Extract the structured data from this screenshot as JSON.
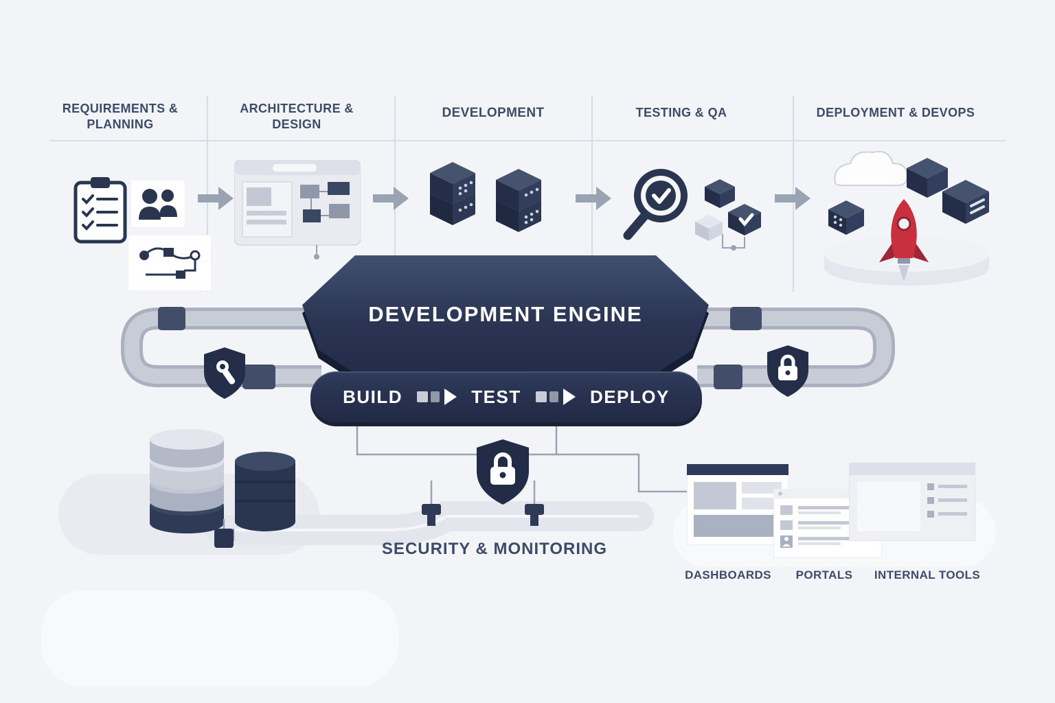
{
  "phases": [
    {
      "label": "REQUIREMENTS & PLANNING",
      "icons": [
        "clipboard-checklist-icon",
        "team-icon",
        "flow-sketch-icon"
      ]
    },
    {
      "label": "ARCHITECTURE & DESIGN",
      "icons": [
        "wireframe-window-icon"
      ]
    },
    {
      "label": "DEVELOPMENT",
      "icons": [
        "server-cubes-icon"
      ]
    },
    {
      "label": "TESTING & QA",
      "icons": [
        "magnifier-check-icon",
        "test-cubes-icon"
      ]
    },
    {
      "label": "DEPLOYMENT & DEVOPS",
      "icons": [
        "cloud-icon",
        "module-cubes-icon",
        "rocket-icon",
        "launch-platform-icon"
      ]
    }
  ],
  "engine": {
    "title": "DEVELOPMENT ENGINE"
  },
  "pipeline": {
    "steps": [
      "BUILD",
      "TEST",
      "DEPLOY"
    ],
    "step_icon": "pipeline-arrow-icon"
  },
  "security": {
    "label": "SECURITY & MONITORING",
    "icons": [
      "shield-tool-icon",
      "shield-lock-icon",
      "shield-padlock-icon"
    ]
  },
  "storage": {
    "icons": [
      "database-stack-icon",
      "dark-database-icon"
    ]
  },
  "outputs": [
    {
      "label": "DASHBOARDS",
      "icon": "dashboard-window-icon"
    },
    {
      "label": "PORTALS",
      "icon": "portal-window-icon"
    },
    {
      "label": "INTERNAL TOOLS",
      "icon": "internal-tools-window-icon"
    }
  ],
  "colors": {
    "background": "#f3f4f8",
    "navy": "#2a3550",
    "navy_dark": "#1e2740",
    "slate_text": "#3e4b68",
    "pipe_gray": "#b8bec9",
    "light_gray": "#d9dce4",
    "rocket_red": "#c8303f",
    "white": "#ffffff"
  }
}
